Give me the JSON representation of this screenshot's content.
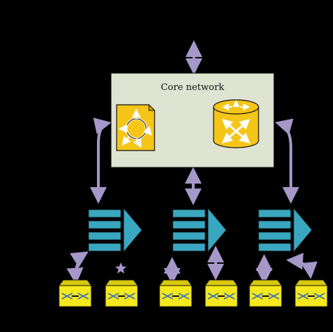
{
  "core_network": {
    "title": "Core network",
    "fill_color": "#dfe4d2",
    "devices": [
      {
        "name": "switch-icon"
      },
      {
        "name": "router-icon"
      }
    ]
  },
  "aggregation_nodes": [
    {
      "name": "aggregation-switch-left"
    },
    {
      "name": "aggregation-switch-middle"
    },
    {
      "name": "aggregation-switch-right"
    }
  ],
  "access_devices": [
    {
      "name": "access-device-1"
    },
    {
      "name": "access-device-2"
    },
    {
      "name": "access-device-3"
    },
    {
      "name": "access-device-4"
    },
    {
      "name": "access-device-5"
    },
    {
      "name": "access-device-6"
    }
  ],
  "colors": {
    "background": "#000000",
    "connector": "#a597c8",
    "device_yellow": "#f5c518",
    "access_yellow": "#f5e81c",
    "aggregation_blue": "#3aa7c0"
  }
}
